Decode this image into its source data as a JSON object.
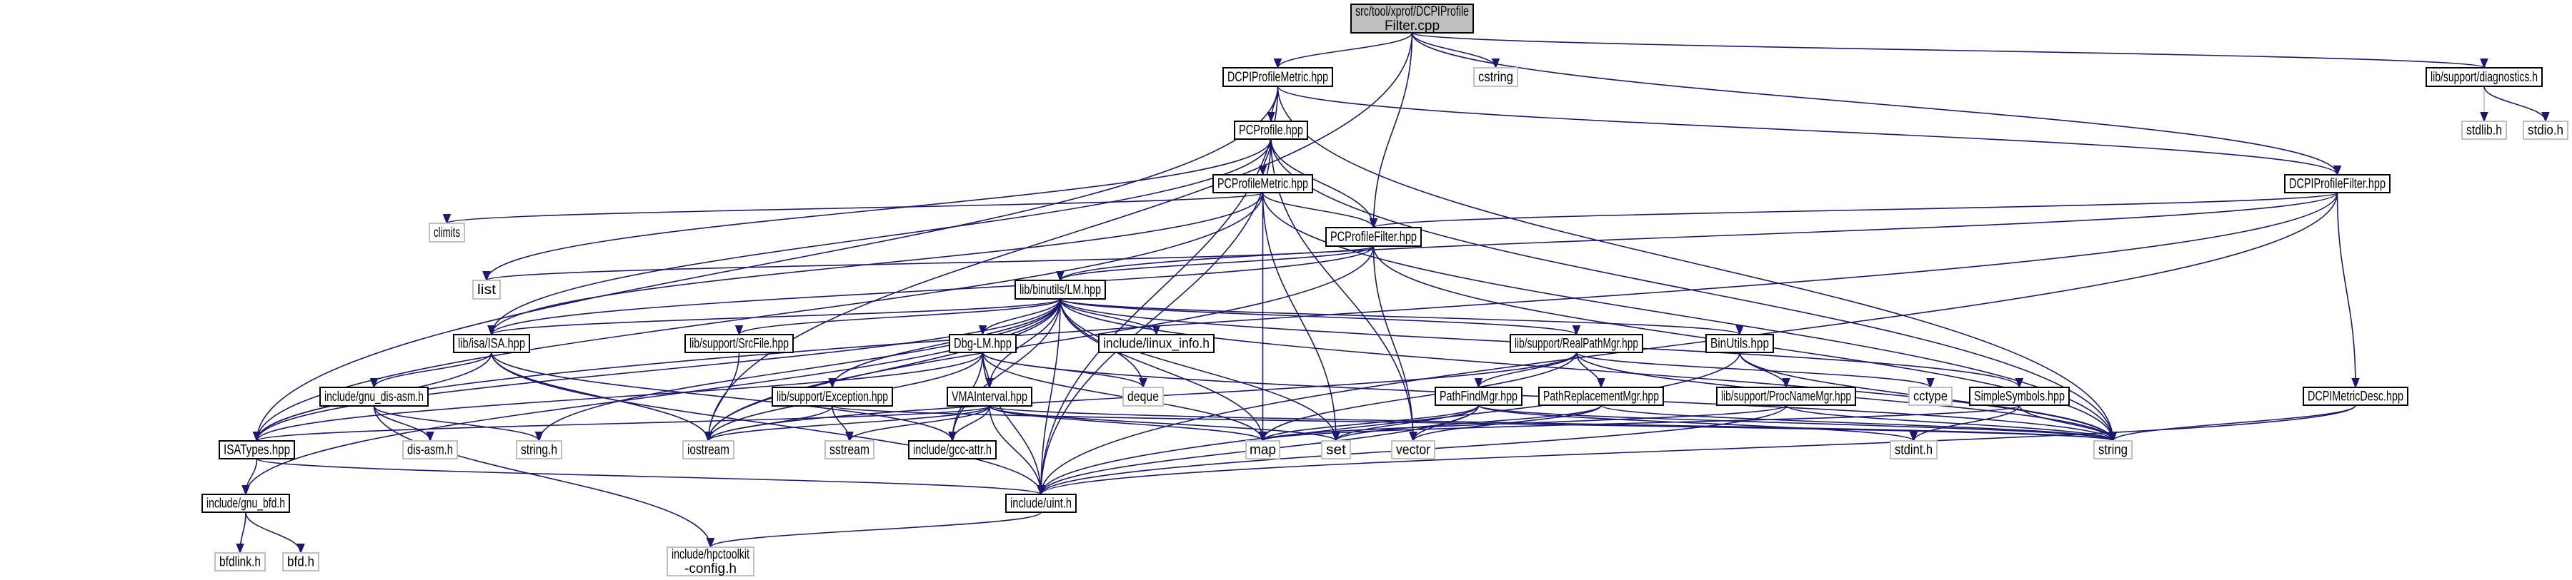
{
  "title": "src/tool/xprof/DCPIProfileFilter.cpp",
  "colors": {
    "edge": "#191970",
    "root_fill": "#bfbfbf",
    "system_border": "#bfbfbf",
    "project_border": "#000000"
  },
  "nodes": [
    {
      "id": "root",
      "label": [
        "src/tool/xprof/DCPIProfile",
        "Filter.cpp"
      ],
      "kind": "root"
    },
    {
      "id": "dcpiprofilemetric",
      "label": [
        "DCPIProfileMetric.hpp"
      ],
      "kind": "project"
    },
    {
      "id": "cstring",
      "label": [
        "cstring"
      ],
      "kind": "system"
    },
    {
      "id": "diagnostics",
      "label": [
        "lib/support/diagnostics.h"
      ],
      "kind": "project"
    },
    {
      "id": "stdlib",
      "label": [
        "stdlib.h"
      ],
      "kind": "system"
    },
    {
      "id": "stdio",
      "label": [
        "stdio.h"
      ],
      "kind": "system"
    },
    {
      "id": "pcprofile",
      "label": [
        "PCProfile.hpp"
      ],
      "kind": "project"
    },
    {
      "id": "pcprofilemetric",
      "label": [
        "PCProfileMetric.hpp"
      ],
      "kind": "project"
    },
    {
      "id": "dcpiprofilefilter",
      "label": [
        "DCPIProfileFilter.hpp"
      ],
      "kind": "project"
    },
    {
      "id": "climits",
      "label": [
        "climits"
      ],
      "kind": "system"
    },
    {
      "id": "pcprofilefilter",
      "label": [
        "PCProfileFilter.hpp"
      ],
      "kind": "project"
    },
    {
      "id": "list",
      "label": [
        "list"
      ],
      "kind": "system"
    },
    {
      "id": "lm",
      "label": [
        "lib/binutils/LM.hpp"
      ],
      "kind": "project"
    },
    {
      "id": "isa",
      "label": [
        "lib/isa/ISA.hpp"
      ],
      "kind": "project"
    },
    {
      "id": "srcfile",
      "label": [
        "lib/support/SrcFile.hpp"
      ],
      "kind": "project"
    },
    {
      "id": "dbglm",
      "label": [
        "Dbg-LM.hpp"
      ],
      "kind": "project"
    },
    {
      "id": "linuxinfo",
      "label": [
        "include/linux_info.h"
      ],
      "kind": "project"
    },
    {
      "id": "realpathmgr",
      "label": [
        "lib/support/RealPathMgr.hpp"
      ],
      "kind": "project"
    },
    {
      "id": "binutils",
      "label": [
        "BinUtils.hpp"
      ],
      "kind": "project"
    },
    {
      "id": "gnudisasm",
      "label": [
        "include/gnu_dis-asm.h"
      ],
      "kind": "project"
    },
    {
      "id": "exception",
      "label": [
        "lib/support/Exception.hpp"
      ],
      "kind": "project"
    },
    {
      "id": "vmainterval",
      "label": [
        "VMAInterval.hpp"
      ],
      "kind": "project"
    },
    {
      "id": "deque",
      "label": [
        "deque"
      ],
      "kind": "system"
    },
    {
      "id": "pathfindmgr",
      "label": [
        "PathFindMgr.hpp"
      ],
      "kind": "project"
    },
    {
      "id": "pathreplacementmgr",
      "label": [
        "PathReplacementMgr.hpp"
      ],
      "kind": "project"
    },
    {
      "id": "procnamemgr",
      "label": [
        "lib/support/ProcNameMgr.hpp"
      ],
      "kind": "project"
    },
    {
      "id": "cctype",
      "label": [
        "cctype"
      ],
      "kind": "system"
    },
    {
      "id": "simplesymbols",
      "label": [
        "SimpleSymbols.hpp"
      ],
      "kind": "project"
    },
    {
      "id": "dcpimetricdesc",
      "label": [
        "DCPIMetricDesc.hpp"
      ],
      "kind": "project"
    },
    {
      "id": "isatypes",
      "label": [
        "ISATypes.hpp"
      ],
      "kind": "project"
    },
    {
      "id": "disasm",
      "label": [
        "dis-asm.h"
      ],
      "kind": "system"
    },
    {
      "id": "stringh",
      "label": [
        "string.h"
      ],
      "kind": "system"
    },
    {
      "id": "iostream",
      "label": [
        "iostream"
      ],
      "kind": "system"
    },
    {
      "id": "sstream",
      "label": [
        "sstream"
      ],
      "kind": "system"
    },
    {
      "id": "gccattr",
      "label": [
        "include/gcc-attr.h"
      ],
      "kind": "project"
    },
    {
      "id": "map",
      "label": [
        "map"
      ],
      "kind": "system"
    },
    {
      "id": "set",
      "label": [
        "set"
      ],
      "kind": "system"
    },
    {
      "id": "vector",
      "label": [
        "vector"
      ],
      "kind": "system"
    },
    {
      "id": "stdint",
      "label": [
        "stdint.h"
      ],
      "kind": "system"
    },
    {
      "id": "string",
      "label": [
        "string"
      ],
      "kind": "system"
    },
    {
      "id": "gnubfd",
      "label": [
        "include/gnu_bfd.h"
      ],
      "kind": "project"
    },
    {
      "id": "uint",
      "label": [
        "include/uint.h"
      ],
      "kind": "project"
    },
    {
      "id": "bfdlink",
      "label": [
        "bfdlink.h"
      ],
      "kind": "system"
    },
    {
      "id": "bfd",
      "label": [
        "bfd.h"
      ],
      "kind": "system"
    },
    {
      "id": "hpctoolkitconfig",
      "label": [
        "include/hpctoolkit",
        "-config.h"
      ],
      "kind": "system"
    }
  ],
  "edges": [
    [
      "root",
      "dcpiprofilemetric"
    ],
    [
      "root",
      "cstring"
    ],
    [
      "root",
      "diagnostics"
    ],
    [
      "root",
      "pcprofilefilter"
    ],
    [
      "root",
      "dcpiprofilefilter"
    ],
    [
      "root",
      "iostream"
    ],
    [
      "dcpiprofilemetric",
      "pcprofile"
    ],
    [
      "dcpiprofilemetric",
      "dcpiprofilefilter"
    ],
    [
      "dcpiprofilemetric",
      "string"
    ],
    [
      "dcpiprofilemetric",
      "isatypes"
    ],
    [
      "dcpiprofilemetric",
      "uint"
    ],
    [
      "diagnostics",
      "stdlib"
    ],
    [
      "diagnostics",
      "stdio"
    ],
    [
      "pcprofile",
      "pcprofilemetric"
    ],
    [
      "pcprofile",
      "pcprofilefilter"
    ],
    [
      "pcprofile",
      "isa"
    ],
    [
      "pcprofile",
      "list"
    ],
    [
      "pcprofile",
      "uint"
    ],
    [
      "pcprofile",
      "vector"
    ],
    [
      "pcprofile",
      "string"
    ],
    [
      "pcprofilemetric",
      "pcprofilefilter"
    ],
    [
      "pcprofilemetric",
      "climits"
    ],
    [
      "pcprofilemetric",
      "map"
    ],
    [
      "pcprofilemetric",
      "set"
    ],
    [
      "pcprofilemetric",
      "isa"
    ],
    [
      "pcprofilemetric",
      "isatypes"
    ],
    [
      "pcprofilemetric",
      "string"
    ],
    [
      "dcpiprofilefilter",
      "pcprofilefilter"
    ],
    [
      "dcpiprofilefilter",
      "lm"
    ],
    [
      "dcpiprofilefilter",
      "isatypes"
    ],
    [
      "dcpiprofilefilter",
      "dcpimetricdesc"
    ],
    [
      "dcpiprofilefilter",
      "uint"
    ],
    [
      "pcprofilefilter",
      "lm"
    ],
    [
      "pcprofilefilter",
      "list"
    ],
    [
      "pcprofilefilter",
      "isa"
    ],
    [
      "pcprofilefilter",
      "iostream"
    ],
    [
      "pcprofilefilter",
      "vector"
    ],
    [
      "pcprofilefilter",
      "string"
    ],
    [
      "lm",
      "isa"
    ],
    [
      "lm",
      "srcfile"
    ],
    [
      "lm",
      "linuxinfo"
    ],
    [
      "lm",
      "realpathmgr"
    ],
    [
      "lm",
      "binutils"
    ],
    [
      "lm",
      "dbglm"
    ],
    [
      "lm",
      "vmainterval"
    ],
    [
      "lm",
      "exception"
    ],
    [
      "lm",
      "deque"
    ],
    [
      "lm",
      "map"
    ],
    [
      "lm",
      "stringh"
    ],
    [
      "lm",
      "iostream"
    ],
    [
      "lm",
      "gnubfd"
    ],
    [
      "lm",
      "isatypes"
    ],
    [
      "lm",
      "gccattr"
    ],
    [
      "lm",
      "simplesymbols"
    ],
    [
      "lm",
      "string"
    ],
    [
      "lm",
      "uint"
    ],
    [
      "lm",
      "set"
    ],
    [
      "isa",
      "gnudisasm"
    ],
    [
      "isa",
      "isatypes"
    ],
    [
      "isa",
      "iostream"
    ],
    [
      "isa",
      "uint"
    ],
    [
      "isa",
      "gccattr"
    ],
    [
      "srcfile",
      "iostream"
    ],
    [
      "dbglm",
      "vmainterval"
    ],
    [
      "dbglm",
      "deque"
    ],
    [
      "dbglm",
      "map"
    ],
    [
      "dbglm",
      "iostream"
    ],
    [
      "dbglm",
      "isatypes"
    ],
    [
      "dbglm",
      "uint"
    ],
    [
      "dbglm",
      "string"
    ],
    [
      "dbglm",
      "gccattr"
    ],
    [
      "gnudisasm",
      "disasm"
    ],
    [
      "gnudisasm",
      "stringh"
    ],
    [
      "gnudisasm",
      "hpctoolkitconfig"
    ],
    [
      "exception",
      "iostream"
    ],
    [
      "exception",
      "sstream"
    ],
    [
      "exception",
      "string"
    ],
    [
      "vmainterval",
      "iostream"
    ],
    [
      "vmainterval",
      "sstream"
    ],
    [
      "vmainterval",
      "gccattr"
    ],
    [
      "vmainterval",
      "uint"
    ],
    [
      "vmainterval",
      "map"
    ],
    [
      "vmainterval",
      "set"
    ],
    [
      "vmainterval",
      "isatypes"
    ],
    [
      "vmainterval",
      "string"
    ],
    [
      "isatypes",
      "gnubfd"
    ],
    [
      "isatypes",
      "uint"
    ],
    [
      "gnubfd",
      "bfdlink"
    ],
    [
      "gnubfd",
      "bfd"
    ],
    [
      "uint",
      "hpctoolkitconfig"
    ],
    [
      "realpathmgr",
      "pathfindmgr"
    ],
    [
      "realpathmgr",
      "pathreplacementmgr"
    ],
    [
      "realpathmgr",
      "map"
    ],
    [
      "realpathmgr",
      "string"
    ],
    [
      "realpathmgr",
      "iostream"
    ],
    [
      "realpathmgr",
      "cctype"
    ],
    [
      "binutils",
      "procnamemgr"
    ],
    [
      "binutils",
      "string"
    ],
    [
      "binutils",
      "uint"
    ],
    [
      "pathfindmgr",
      "map"
    ],
    [
      "pathfindmgr",
      "set"
    ],
    [
      "pathfindmgr",
      "vector"
    ],
    [
      "pathfindmgr",
      "string"
    ],
    [
      "pathfindmgr",
      "stdint"
    ],
    [
      "pathfindmgr",
      "uint"
    ],
    [
      "pathreplacementmgr",
      "set"
    ],
    [
      "pathreplacementmgr",
      "string"
    ],
    [
      "pathreplacementmgr",
      "vector"
    ],
    [
      "procnamemgr",
      "map"
    ],
    [
      "procnamemgr",
      "string"
    ],
    [
      "procnamemgr",
      "uint"
    ],
    [
      "simplesymbols",
      "stdint"
    ],
    [
      "simplesymbols",
      "string"
    ],
    [
      "simplesymbols",
      "map"
    ],
    [
      "dcpimetricdesc",
      "string"
    ],
    [
      "dcpimetricdesc",
      "uint"
    ]
  ]
}
